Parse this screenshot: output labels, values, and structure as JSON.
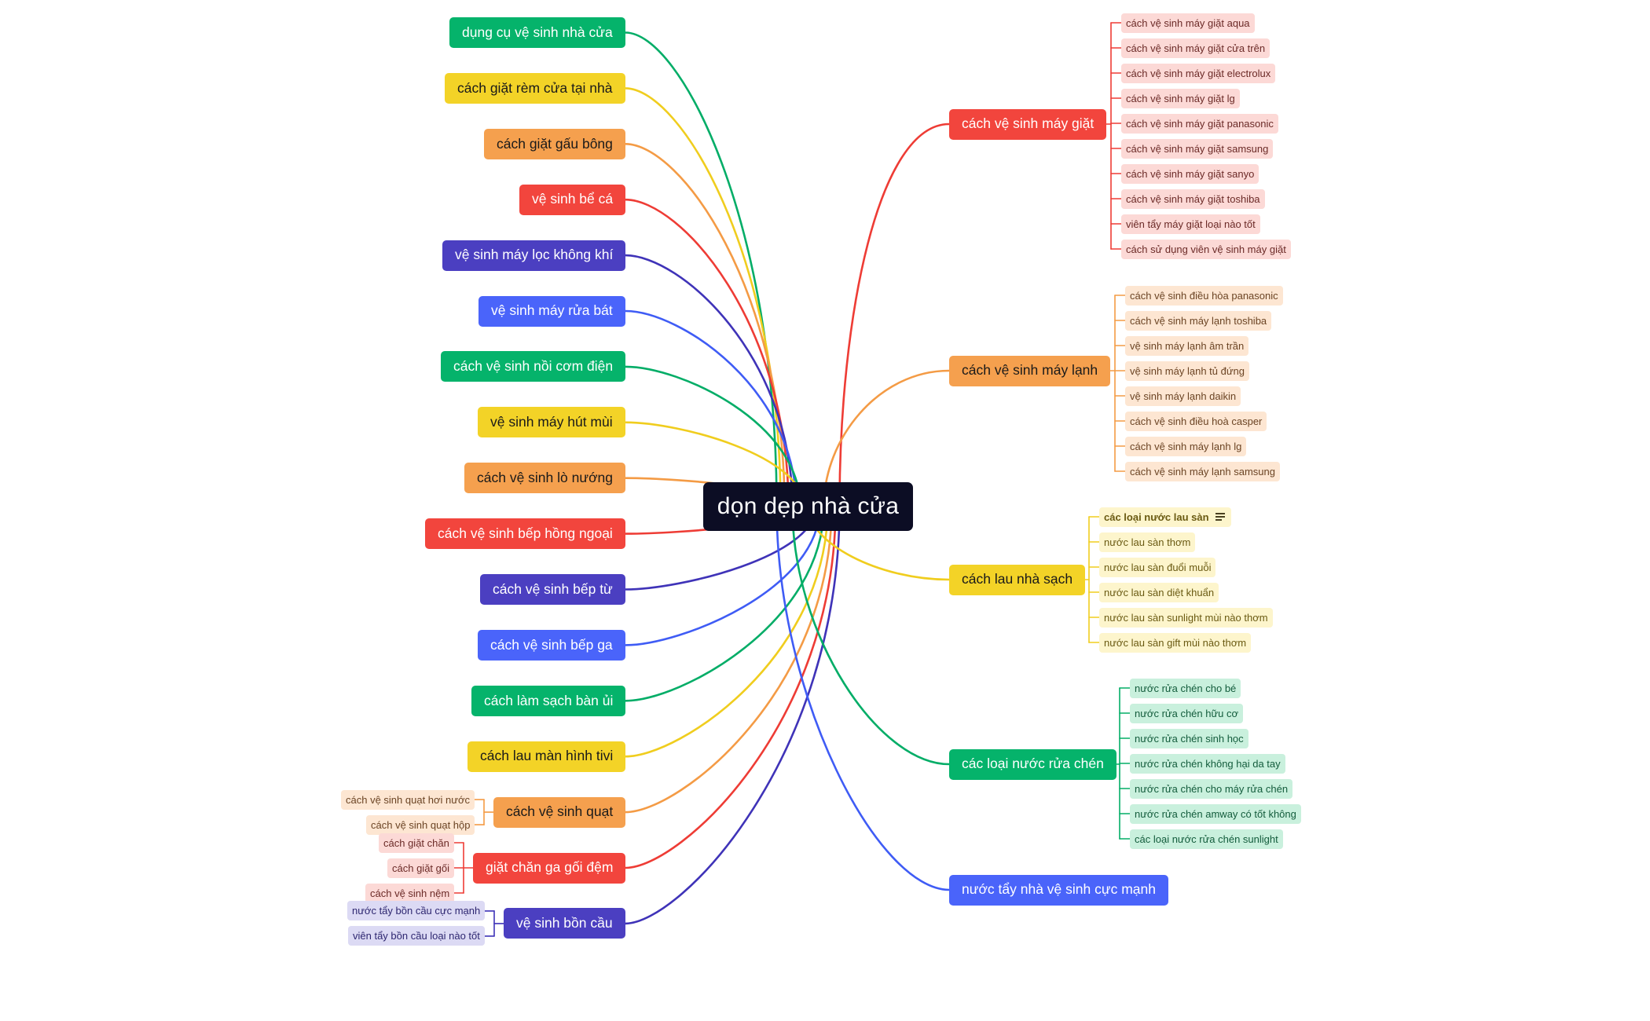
{
  "mindmap": {
    "root": "dọn dẹp nhà cửa",
    "palette": {
      "red": {
        "main": "#f2453d",
        "line": "#ee3c35",
        "sub": "#fcd9d6",
        "mainText": "#ffffff",
        "subText": "#6b2a27"
      },
      "orange": {
        "main": "#f5a04e",
        "line": "#f49b45",
        "sub": "#fde6d2",
        "mainText": "#1a1a1a",
        "subText": "#6b4424"
      },
      "yellow": {
        "main": "#f3d327",
        "line": "#f0cd1e",
        "sub": "#fdf5cc",
        "mainText": "#1a1a1a",
        "subText": "#6a5a12"
      },
      "green": {
        "main": "#05b36b",
        "line": "#03ad67",
        "sub": "#c9f0dd",
        "mainText": "#ffffff",
        "subText": "#135c3c"
      },
      "blue": {
        "main": "#4a64fa",
        "line": "#3f5cf5",
        "sub": "#d6dcfe",
        "mainText": "#ffffff",
        "subText": "#26307a"
      },
      "indigo": {
        "main": "#4b3fc1",
        "line": "#3f33b8",
        "sub": "#dcdaf4",
        "mainText": "#ffffff",
        "subText": "#2d2670"
      }
    },
    "left_branches": [
      {
        "label": "dụng cụ vệ sinh nhà cửa",
        "color": "green",
        "children": []
      },
      {
        "label": "cách giặt rèm cửa tại nhà",
        "color": "yellow",
        "children": []
      },
      {
        "label": "cách giặt gấu bông",
        "color": "orange",
        "children": []
      },
      {
        "label": "vệ sinh bể cá",
        "color": "red",
        "children": []
      },
      {
        "label": "vệ sinh máy lọc không khí",
        "color": "indigo",
        "children": []
      },
      {
        "label": "vệ sinh máy rửa bát",
        "color": "blue",
        "children": []
      },
      {
        "label": "cách vệ sinh nồi cơm điện",
        "color": "green",
        "children": []
      },
      {
        "label": "vệ sinh máy hút mùi",
        "color": "yellow",
        "children": []
      },
      {
        "label": "cách vệ sinh lò nướng",
        "color": "orange",
        "children": []
      },
      {
        "label": "cách vệ sinh bếp hồng ngoại",
        "color": "red",
        "children": []
      },
      {
        "label": "cách vệ sinh bếp từ",
        "color": "indigo",
        "children": []
      },
      {
        "label": "cách vệ sinh bếp ga",
        "color": "blue",
        "children": []
      },
      {
        "label": "cách làm sạch bàn ủi",
        "color": "green",
        "children": []
      },
      {
        "label": "cách lau màn hình tivi",
        "color": "yellow",
        "children": []
      },
      {
        "label": "cách vệ sinh quạt",
        "color": "orange",
        "children": [
          "cách vệ sinh quạt hơi nước",
          "cách vệ sinh quạt hộp"
        ]
      },
      {
        "label": "giặt chăn ga gối đệm",
        "color": "red",
        "children": [
          "cách giặt chăn",
          "cách giặt gối",
          "cách vệ sinh nệm"
        ]
      },
      {
        "label": "vệ sinh bồn cầu",
        "color": "indigo",
        "children": [
          "nước tẩy bồn cầu cực mạnh",
          "viên tẩy bồn cầu loại nào tốt"
        ]
      }
    ],
    "right_branches": [
      {
        "label": "cách vệ sinh máy giặt",
        "color": "red",
        "children": [
          "cách vệ sinh máy giặt aqua",
          "cách vệ sinh máy giặt cửa trên",
          "cách vệ sinh máy giặt electrolux",
          "cách vệ sinh máy giặt lg",
          "cách vệ sinh máy giặt panasonic",
          "cách vệ sinh máy giặt samsung",
          "cách vệ sinh máy giặt sanyo",
          "cách vệ sinh máy giặt toshiba",
          "viên tẩy máy giặt loại nào tốt",
          "cách sử dụng viên vệ sinh máy giặt"
        ]
      },
      {
        "label": "cách vệ sinh máy lạnh",
        "color": "orange",
        "children": [
          "cách vệ sinh điều hòa panasonic",
          "cách vệ sinh máy lạnh toshiba",
          "vệ sinh máy lạnh âm trần",
          "vệ sinh máy lạnh tủ đứng",
          "vệ sinh máy lạnh daikin",
          "cách vệ sinh điều hoà casper",
          "cách vệ sinh máy lạnh lg",
          "cách vệ sinh máy lạnh samsung"
        ]
      },
      {
        "label": "cách lau nhà sạch",
        "color": "yellow",
        "children": [
          "các loại nước lau sàn",
          "nước lau sàn thơm",
          "nước lau sàn đuổi muỗi",
          "nước lau sàn diệt khuẩn",
          "nước lau sàn sunlight mùi nào thơm",
          "nước lau sàn gift mùi nào thơm"
        ]
      },
      {
        "label": "các loại nước rửa chén",
        "color": "green",
        "children": [
          "nước rửa chén cho bé",
          "nước rửa chén hữu cơ",
          "nước rửa chén sinh học",
          "nước rửa chén không hại da tay",
          "nước rửa chén cho máy rửa chén",
          "nước rửa chén amway có tốt không",
          "các loại nước rửa chén sunlight"
        ]
      },
      {
        "label": "nước tẩy nhà vệ sinh cực mạnh",
        "color": "blue",
        "children": []
      }
    ]
  }
}
